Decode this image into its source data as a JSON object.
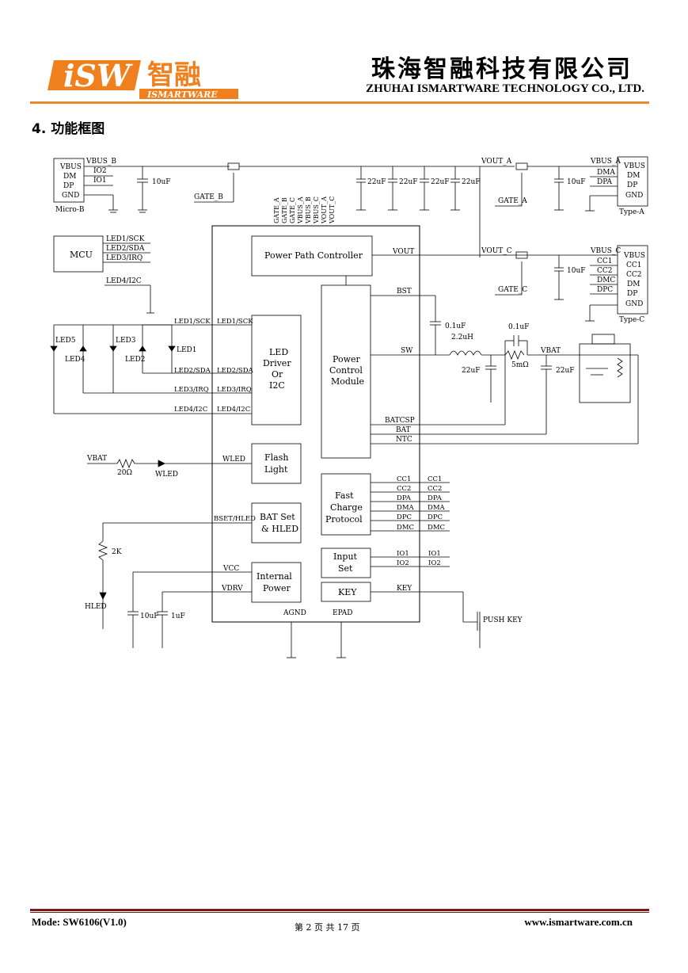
{
  "header": {
    "logo_text": "iSW",
    "logo_cn": "智融",
    "logo_sub": "ISMARTWARE",
    "company_cn": "珠海智融科技有限公司",
    "company_en": "ZHUHAI ISMARTWARE TECHNOLOGY CO., LTD.",
    "colors": {
      "accent": "#e98a30",
      "brand": "#f0801e"
    }
  },
  "section": {
    "title": "4.  功能框图"
  },
  "diagram": {
    "connectors": {
      "micro_b": {
        "pins": [
          "VBUS",
          "DM",
          "DP",
          "GND"
        ],
        "label": "Micro-B"
      },
      "type_a": {
        "pins": [
          "VBUS",
          "DM",
          "DP",
          "GND"
        ],
        "label": "Type-A"
      },
      "type_c": {
        "pins": [
          "VBUS",
          "CC1",
          "CC2",
          "DM",
          "DP",
          "GND"
        ],
        "label": "Type-C"
      }
    },
    "blocks": {
      "mcu": "MCU",
      "ppc": "Power Path Controller",
      "led_driver": [
        "LED",
        "Driver",
        "Or",
        "I2C"
      ],
      "power_control": [
        "Power",
        "Control",
        "Module"
      ],
      "flash": [
        "Flash",
        "Light"
      ],
      "batset": [
        "BAT Set",
        "& HLED"
      ],
      "internal_power": [
        "Internal",
        "Power"
      ],
      "fast_charge": [
        "Fast",
        "Charge",
        "Protocol"
      ],
      "input_set": [
        "Input",
        "Set"
      ],
      "key": "KEY"
    },
    "nets": {
      "vbus_b": "VBUS_B",
      "io2": "IO2",
      "io1": "IO1",
      "gate_b": "GATE_B",
      "gate_a": "GATE_A",
      "gate_c": "GATE_C",
      "vout_a": "VOUT_A",
      "vout_c": "VOUT_C",
      "vbus_a": "VBUS_A",
      "vbus_c": "VBUS_C",
      "dma": "DMA",
      "dpa": "DPA",
      "cc1": "CC1",
      "cc2": "CC2",
      "dmc": "DMC",
      "dpc": "DPC",
      "vout": "VOUT",
      "bst": "BST",
      "sw": "SW",
      "batcsp": "BATCSP",
      "bat": "BAT",
      "ntc": "NTC",
      "vbat": "VBAT",
      "key": "KEY",
      "push_key": "PUSH KEY",
      "agnd": "AGND",
      "epad": "EPAD",
      "vcc": "VCC",
      "vdrv": "VDRV",
      "wled": "WLED",
      "bset_hled": "BSET/HLED",
      "hled": "HLED",
      "led1_scl": "LED1/SCK",
      "led2_sda": "LED2/SDA",
      "led3_irq": "LED3/IRQ",
      "led4_i2c": "LED4/I2C",
      "led1_scl_mcu": "LED1/SCK",
      "led2_sda_mcu": "LED2/SDA",
      "led3_irq_mcu": "LED3/IRQ"
    },
    "gate_pins": [
      "GATE_A",
      "GATE_B",
      "GATE_C",
      "VBUS_A",
      "VBUS_B",
      "VBUS_C",
      "VOUT_A",
      "VOUT_C"
    ],
    "components": {
      "c10u": "10uF",
      "c22u": "22uF",
      "c01u": "0.1uF",
      "l22u": "2.2uH",
      "r5m": "5mΩ",
      "r20": "20Ω",
      "r2k": "2K",
      "c1u": "1uF"
    },
    "leds": [
      "LED1",
      "LED2",
      "LED3",
      "LED4",
      "LED5"
    ]
  },
  "footer": {
    "mode": "Mode: SW6106(V1.0)",
    "page": "第 2 页 共 17 页",
    "website": "www.ismartware.com.cn"
  }
}
